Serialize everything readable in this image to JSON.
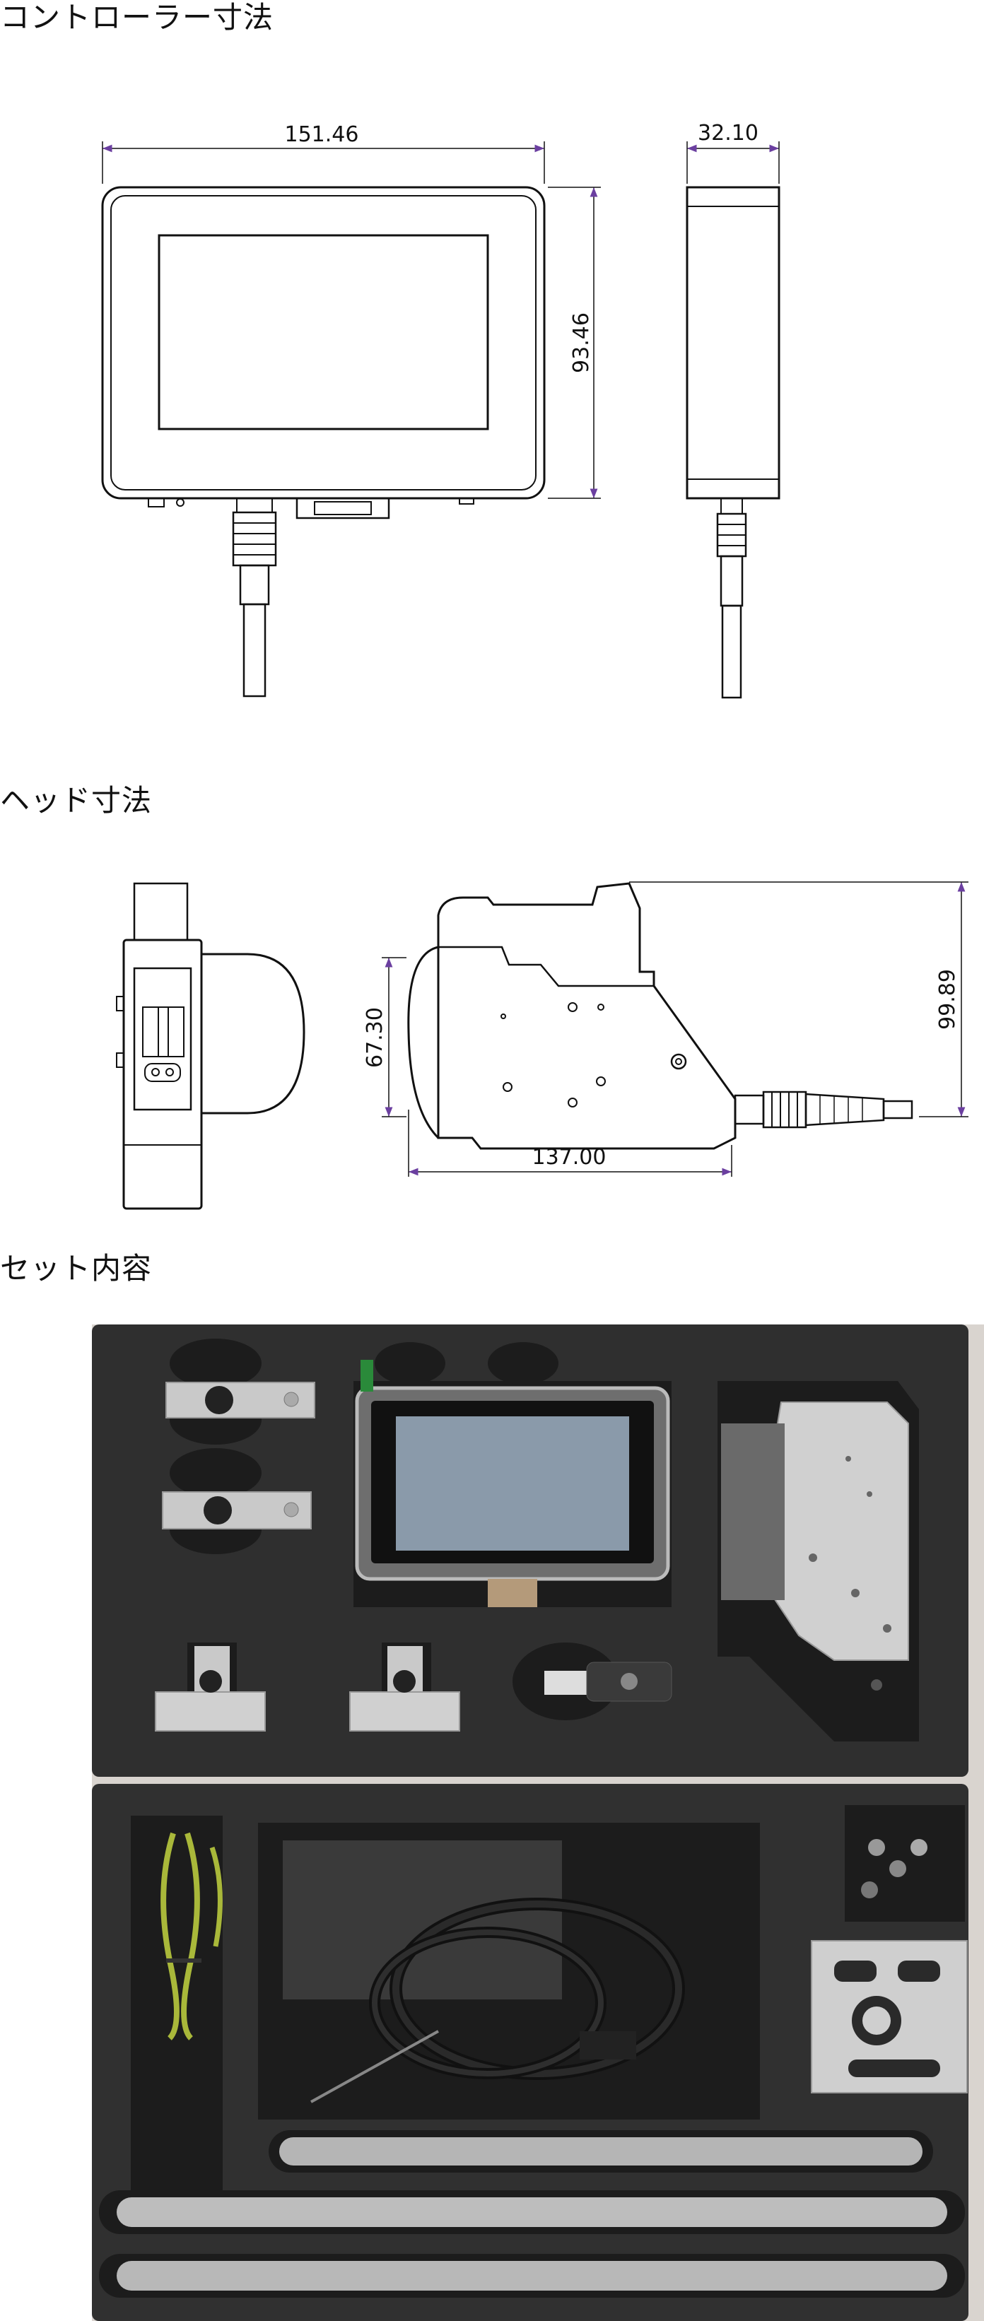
{
  "sections": {
    "controller": {
      "heading": "コントローラー寸法"
    },
    "head": {
      "heading": "ヘッド寸法"
    },
    "set": {
      "heading": "セット内容"
    }
  },
  "controller_dims": {
    "width": "151.46",
    "height": "93.46",
    "depth": "32.10"
  },
  "head_dims": {
    "height_front": "67.30",
    "height_total": "99.89",
    "length": "137.00"
  },
  "colors": {
    "line": "#111111",
    "arrow": "#6b3fa0",
    "foam": "#2f2f2f",
    "foam_cut": "#1c1c1c",
    "metal": "#c9c9c9"
  }
}
